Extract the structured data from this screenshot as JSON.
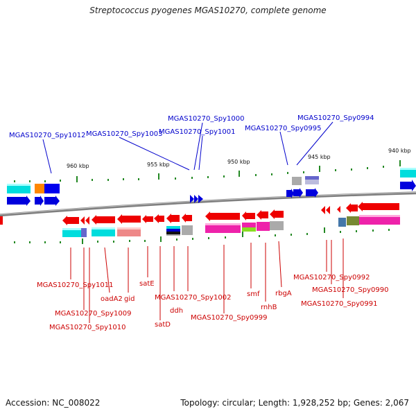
{
  "title": "Streptococcus pyogenes MGAS10270, complete genome",
  "footer": {
    "accession": "Accession: NC_008022",
    "summary": "Topology: circular; Length: 1,928,252 bp; Genes: 2,067"
  },
  "colors": {
    "backbone": "#888888",
    "tick": "#228822",
    "forward_gene": "#0000dd",
    "reverse_gene": "#ee0000",
    "forward_label": "#0000cc",
    "reverse_label": "#cc0000"
  },
  "scale_labels": [
    "960 kbp",
    "955 kbp",
    "950 kbp",
    "945 kbp",
    "940 kbp"
  ],
  "forward_labels": [
    "MGAS10270_Spy1012",
    "MGAS10270_Spy1003",
    "MGAS10270_Spy1000",
    "MGAS10270_Spy1001",
    "MGAS10270_Spy0995",
    "MGAS10270_Spy0994"
  ],
  "reverse_labels": [
    "MGAS10270_Spy1011",
    "oadA2",
    "gid",
    "satE",
    "MGAS10270_Spy1009",
    "MGAS10270_Spy1010",
    "MGAS10270_Spy1002",
    "ddh",
    "satD",
    "MGAS10270_Spy0999",
    "smf",
    "rnhB",
    "rbgA",
    "MGAS10270_Spy0992",
    "MGAS10270_Spy0990",
    "MGAS10270_Spy0991"
  ]
}
